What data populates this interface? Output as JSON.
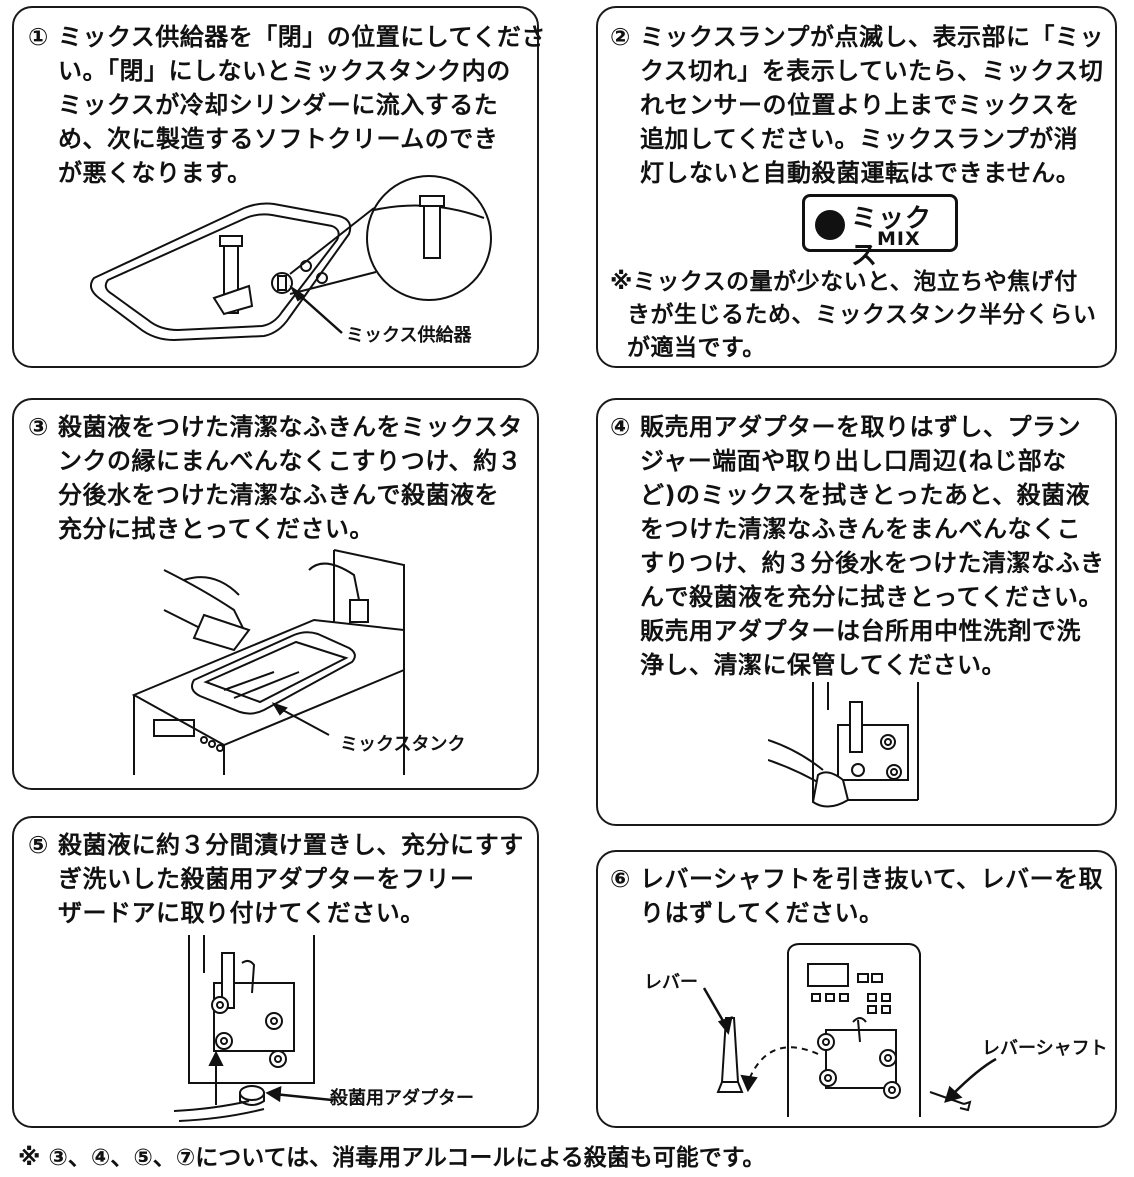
{
  "steps": [
    {
      "number": "①",
      "lines": [
        "ミックス供給器を「閉」の位置にしてくださ",
        "い。「閉」にしないとミックスタンク内の",
        "ミックスが冷却シリンダーに流入するた",
        "め、次に製造するソフトクリームのでき",
        "が悪くなります。"
      ],
      "callouts": [
        "ミックス供給器"
      ]
    },
    {
      "number": "②",
      "lines": [
        "ミックスランプが点滅し、表示部に「ミッ",
        "クス切れ」を表示していたら、ミックス切",
        "れセンサーの位置より上までミックスを",
        "追加してください。ミックスランプが消",
        "灯しないと自動殺菌運転はできません。"
      ],
      "lamp": {
        "jp": "ミックス",
        "en": "MIX"
      },
      "note": [
        "※ミックスの量が少ないと、泡立ちや焦げ付",
        "  きが生じるため、ミックスタンク半分くらい",
        "  が適当です。"
      ]
    },
    {
      "number": "③",
      "lines": [
        "殺菌液をつけた清潔なふきんをミックスタ",
        "ンクの縁にまんべんなくこすりつけ、約３",
        "分後水をつけた清潔なふきんで殺菌液を",
        "充分に拭きとってください。"
      ],
      "callouts": [
        "ミックスタンク"
      ]
    },
    {
      "number": "④",
      "lines": [
        "販売用アダプターを取りはずし、プラン",
        "ジャー端面や取り出し口周辺(ねじ部な",
        "ど)のミックスを拭きとったあと、殺菌液",
        "をつけた清潔なふきんをまんべんなくこ",
        "すりつけ、約３分後水をつけた清潔なふき",
        "んで殺菌液を充分に拭きとってください。",
        "販売用アダプターは台所用中性洗剤で洗",
        "浄し、清潔に保管してください。"
      ]
    },
    {
      "number": "⑤",
      "lines": [
        "殺菌液に約３分間漬け置きし、充分にすす",
        "ぎ洗いした殺菌用アダプターをフリー",
        "ザードアに取り付けてください。"
      ],
      "callouts": [
        "殺菌用アダプター"
      ]
    },
    {
      "number": "⑥",
      "lines": [
        "レバーシャフトを引き抜いて、レバーを取",
        "りはずしてください。"
      ],
      "callouts": [
        "レバー",
        "レバーシャフト"
      ]
    }
  ],
  "footer": "※ ③、④、⑤、⑦については、消毒用アルコールによる殺菌も可能です。"
}
